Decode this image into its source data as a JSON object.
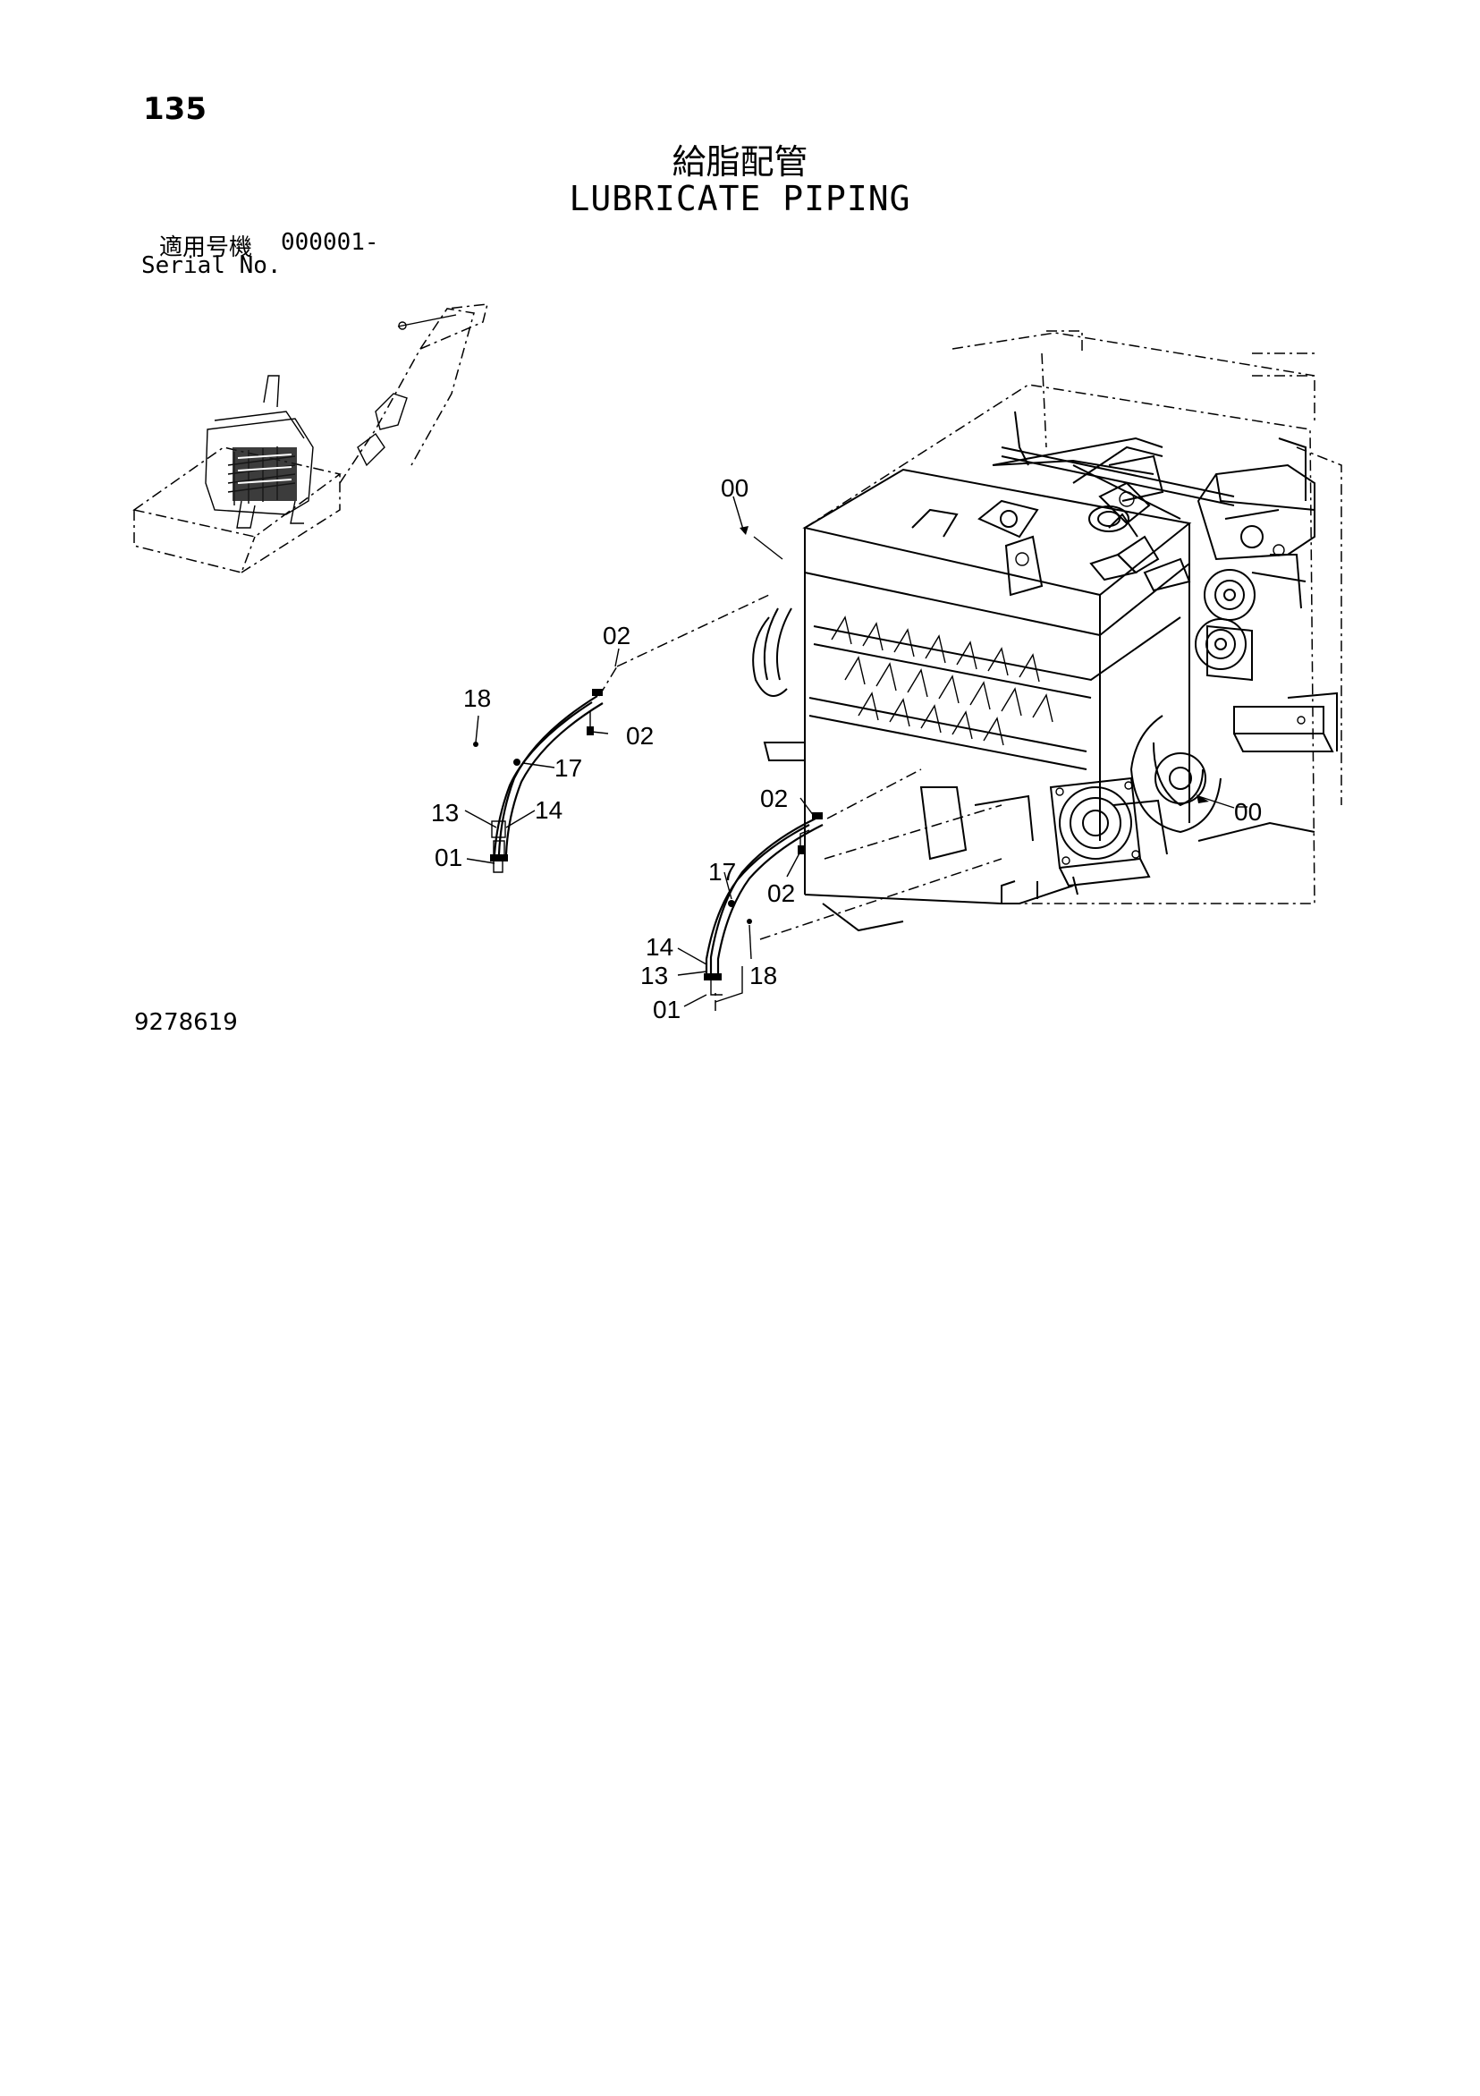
{
  "page": {
    "number": "135",
    "figure_no": "9278619"
  },
  "title": {
    "jp": "給脂配管",
    "en": "LUBRICATE PIPING"
  },
  "serial": {
    "label_jp": "適用号機",
    "value": "000001-",
    "label_en": "Serial No."
  },
  "callouts": {
    "c00_top": "00",
    "c00_right": "00",
    "a_02_top": "02",
    "a_18": "18",
    "a_02_side": "02",
    "a_17": "17",
    "a_13": "13",
    "a_14": "14",
    "a_01": "01",
    "b_02_top": "02",
    "b_17": "17",
    "b_02_side": "02",
    "b_14": "14",
    "b_13": "13",
    "b_18": "18",
    "b_01": "01"
  }
}
